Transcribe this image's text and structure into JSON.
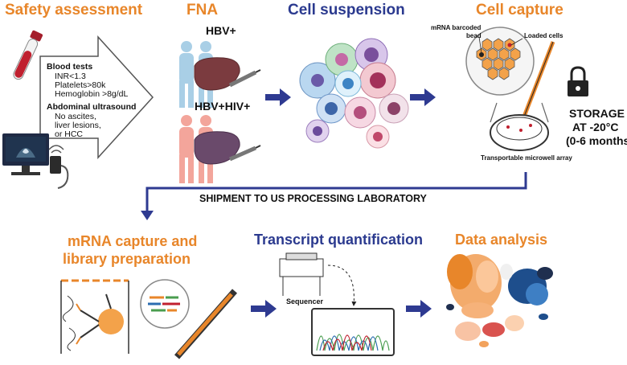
{
  "colors": {
    "orange": "#e8862a",
    "blue": "#2b3a8f",
    "arrow": "#2e3a91",
    "light_blue": "#a9cfe6",
    "pink": "#f3a59b",
    "liver": "#7b3b3f"
  },
  "safety": {
    "title": "Safety assessment",
    "blood_title": "Blood tests",
    "blood_items": [
      "INR<1.3",
      "Platelets>80k",
      "Hemoglobin >8g/dL"
    ],
    "ultra_title": "Abdominal ultrasound",
    "ultra_items": [
      "No ascites,",
      "liver lesions,",
      "or HCC"
    ]
  },
  "fna": {
    "title": "FNA",
    "group1": "HBV+",
    "group2": "HBV+HIV+"
  },
  "suspension": {
    "title": "Cell suspension"
  },
  "capture": {
    "title": "Cell capture",
    "bead_label_1": "mRNA barcoded",
    "bead_label_2": "bead",
    "loaded_label": "Loaded cells",
    "storage_1": "STORAGE",
    "storage_2": "AT -20°C",
    "storage_3": "(0-6 months)",
    "array_label": "Transportable microwell array"
  },
  "shipment": {
    "label": "SHIPMENT TO US PROCESSING LABORATORY"
  },
  "library": {
    "title_1": "mRNA capture and",
    "title_2": "library preparation"
  },
  "transcript": {
    "title": "Transcript quantification",
    "sequencer": "Sequencer"
  },
  "analysis": {
    "title": "Data analysis"
  }
}
